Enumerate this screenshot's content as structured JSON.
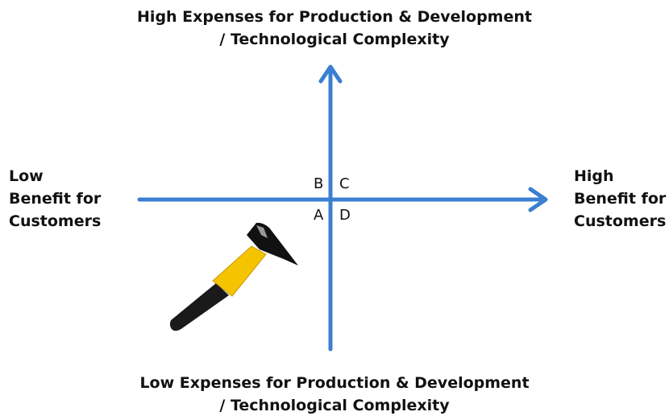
{
  "top_label": {
    "line1": "High Expenses for Production & Development",
    "line2": "/ Technological Complexity"
  },
  "bottom_label": {
    "line1": "Low Expenses for Production & Development",
    "line2": "/ Technological Complexity"
  },
  "left_label": {
    "line1": "Low",
    "line2": "Benefit for",
    "line3": "Customers"
  },
  "right_label": {
    "line1": "High",
    "line2": "Benefit for",
    "line3": "Customers"
  },
  "quadrants": {
    "a": "A",
    "b": "B",
    "c": "C",
    "d": "D"
  },
  "colors": {
    "axis": "#3b7fd0",
    "hammer_handle": "#f5c400",
    "hammer_grip": "#1a1a1a",
    "hammer_head": "#111111"
  },
  "icons": {
    "illustration": "hammer-icon"
  }
}
